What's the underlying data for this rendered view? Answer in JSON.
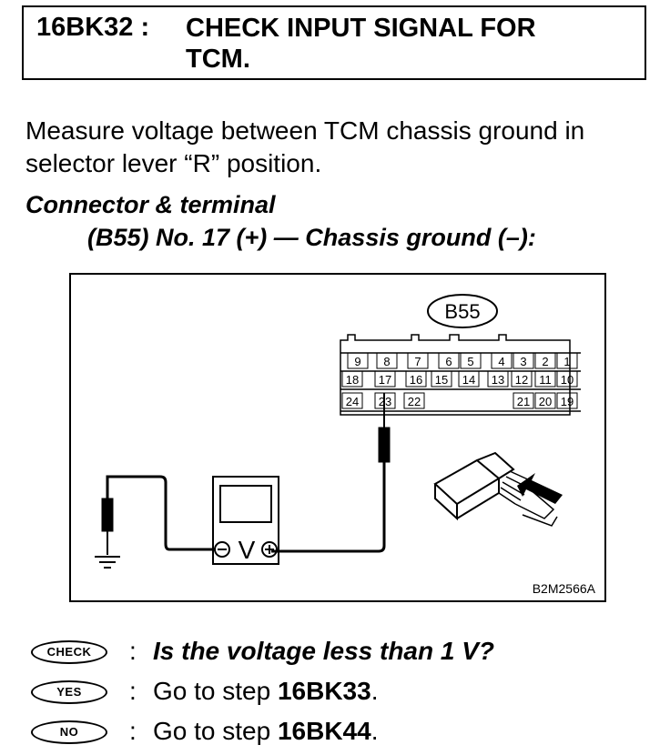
{
  "step": {
    "code": "16BK32 :",
    "title": "CHECK INPUT SIGNAL FOR TCM."
  },
  "instruction": "Measure voltage between TCM chassis ground in selector lever “R” position.",
  "connector_terminal": {
    "label": "Connector & terminal",
    "spec": "(B55) No. 17 (+) — Chassis ground (–):"
  },
  "diagram": {
    "connector_name": "B55",
    "figure_code": "B2M2566A",
    "meter_symbol": "V",
    "terminals": {
      "row1": [
        "9",
        "8",
        "7",
        "6",
        "5",
        "4",
        "3",
        "2",
        "1"
      ],
      "row2": [
        "18",
        "17",
        "16",
        "15",
        "14",
        "13",
        "12",
        "11",
        "10"
      ],
      "row3": [
        "24",
        "23",
        "22",
        "21",
        "20",
        "19"
      ]
    },
    "icons": [
      "ground-symbol-icon",
      "probe-icon",
      "voltmeter-icon",
      "connector-plug-icon",
      "arrow-icon"
    ]
  },
  "results": {
    "check": {
      "badge": "CHECK",
      "colon": ":",
      "text": "Is the voltage less than 1 V?"
    },
    "yes": {
      "badge": "YES",
      "colon": ":",
      "prefix": "Go to step ",
      "step": "16BK33",
      "suffix": "."
    },
    "no": {
      "badge": "NO",
      "colon": ":",
      "prefix": "Go to step ",
      "step": "16BK44",
      "suffix": "."
    }
  }
}
